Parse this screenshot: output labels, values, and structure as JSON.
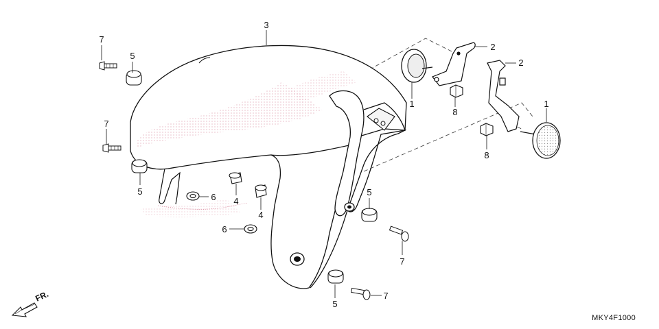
{
  "diagram": {
    "callouts": [
      "1",
      "1",
      "2",
      "2",
      "3",
      "4",
      "4",
      "5",
      "5",
      "5",
      "5",
      "6",
      "6",
      "7",
      "7",
      "7",
      "7",
      "8",
      "8"
    ],
    "direction_label": "FR.",
    "drawing_code": "MKY4F1000"
  }
}
